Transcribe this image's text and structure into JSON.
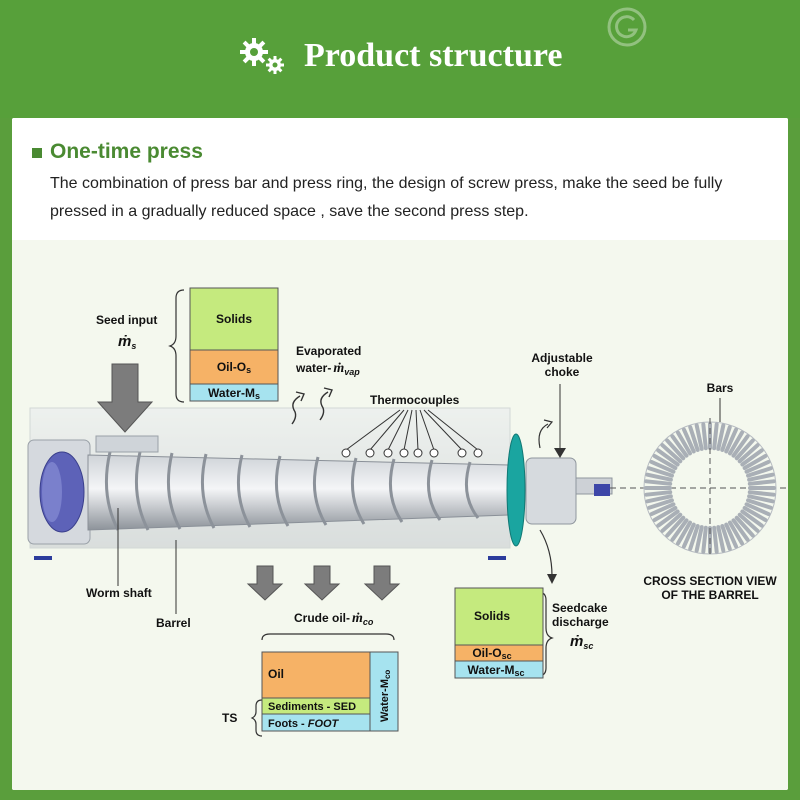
{
  "header": {
    "title": "Product structure"
  },
  "section": {
    "subtitle": "One-time press",
    "description": "The combination of press bar and press ring, the design of screw press, make the seed be fully pressed in a gradually reduced space , save the second press step."
  },
  "diagram": {
    "seed_input": {
      "label": "Seed input",
      "symbol": "ṁ",
      "subscript": "s"
    },
    "input_box": {
      "solids": "Solids",
      "oil": "Oil-O",
      "oil_sub": "s",
      "water": "Water-M",
      "water_sub": "s"
    },
    "evaporated": {
      "line1": "Evaporated",
      "line2": "water-",
      "symbol": "ṁ",
      "subscript": "vap"
    },
    "thermocouples": "Thermocouples",
    "adjustable_choke": {
      "line1": "Adjustable",
      "line2": "choke"
    },
    "bars": "Bars",
    "cross_section": {
      "line1": "CROSS SECTION VIEW",
      "line2": "OF THE BARREL"
    },
    "worm_shaft": "Worm shaft",
    "barrel": "Barrel",
    "crude_oil": {
      "label": "Crude oil-",
      "symbol": "ṁ",
      "subscript": "co"
    },
    "oil_box": {
      "oil": "Oil",
      "water": "Water-M",
      "water_sub": "co",
      "sediments": "Sediments - SED",
      "foots": "Foots - ",
      "foots_italic": "FOOT",
      "ts": "TS"
    },
    "seedcake": {
      "line1": "Seedcake",
      "line2": "discharge",
      "symbol": "ṁ",
      "subscript": "sc"
    },
    "cake_box": {
      "solids": "Solids",
      "oil": "Oil-O",
      "oil_sub": "sc",
      "water": "Water-M",
      "water_sub": "sc"
    }
  },
  "colors": {
    "brand_green": "#57a03a",
    "solids": "#c5ea7e",
    "oil": "#f6b266",
    "water": "#a6e3ef",
    "teal_ring": "#1aa5a0"
  },
  "icons": [
    "gear-icon",
    "logo-mark-icon"
  ]
}
